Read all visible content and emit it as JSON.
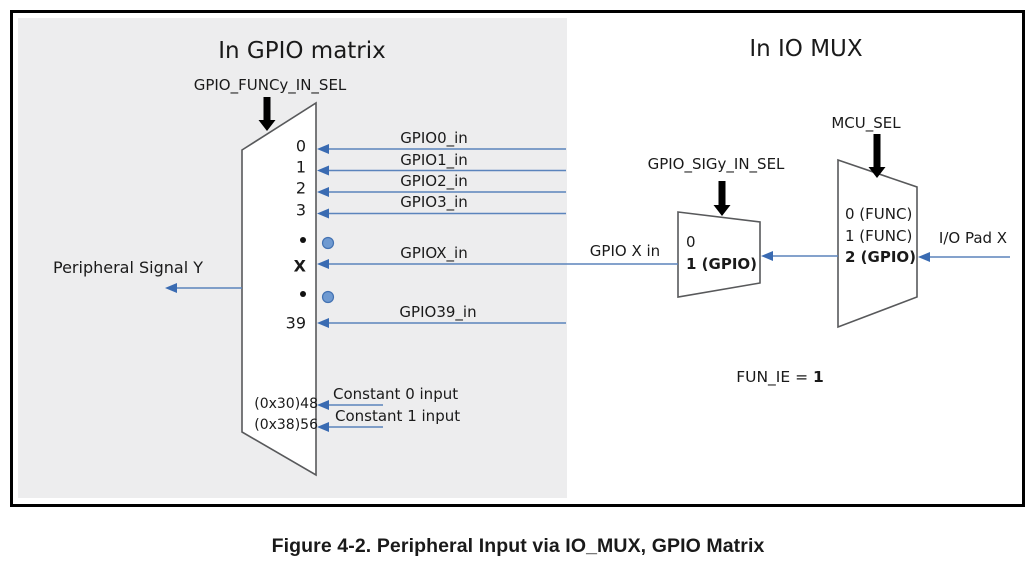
{
  "diagram": {
    "left_panel": {
      "title": "In GPIO matrix",
      "sel_label": "GPIO_FUNCy_IN_SEL",
      "output_label": "Peripheral Signal Y",
      "mux_inputs": [
        {
          "port": "0",
          "signal": "GPIO0_in"
        },
        {
          "port": "1",
          "signal": "GPIO1_in"
        },
        {
          "port": "2",
          "signal": "GPIO2_in"
        },
        {
          "port": "3",
          "signal": "GPIO3_in"
        },
        {
          "port": "X",
          "signal": "GPIOX_in"
        },
        {
          "port": "39",
          "signal": "GPIO39_in"
        },
        {
          "port": "(0x30)48",
          "signal": "Constant 0 input"
        },
        {
          "port": "(0x38)56",
          "signal": "Constant 1 input"
        }
      ],
      "ellipsis": "•"
    },
    "right_panel": {
      "title": "In IO MUX",
      "sig_sel_label": "GPIO_SIGy_IN_SEL",
      "mcu_sel_label": "MCU_SEL",
      "gpio_x_in_label": "GPIO X in",
      "io_pad_label": "I/O Pad X",
      "fun_ie_label": "FUN_IE = ",
      "fun_ie_value": "1",
      "sig_mux_ports": {
        "p0": "0",
        "p1": "1 (GPIO)"
      },
      "iomux_ports": {
        "p0": "0 (FUNC)",
        "p1": "1 (FUNC)",
        "p2": "2 (GPIO)"
      }
    }
  },
  "caption": {
    "figure_label": "Figure 4-2.",
    "figure_title": "Peripheral Input via IO_MUX, GPIO Matrix"
  },
  "colors": {
    "arrow_blue_line": "#5b84bc",
    "arrow_blue_head": "#3a6bb2",
    "node_circle_fill": "#6f9ad1",
    "node_circle_stroke": "#4372b2",
    "mux_stroke": "#58595b",
    "panel_gray": "#ededee",
    "control_arrow_black": "#000000"
  }
}
